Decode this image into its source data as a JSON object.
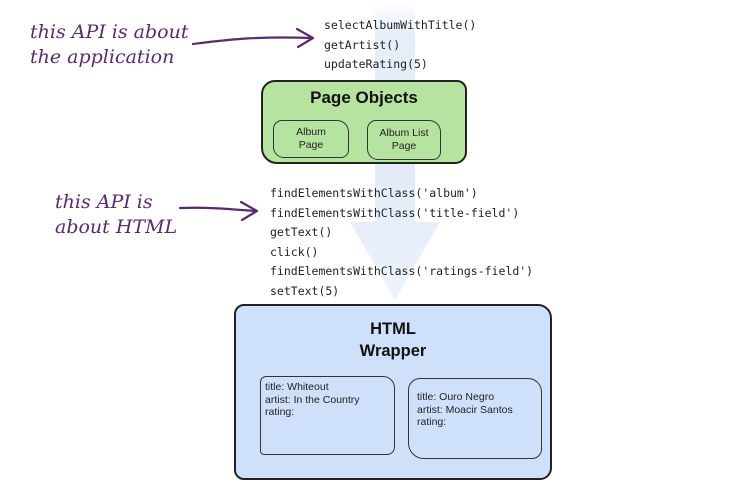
{
  "annotations": {
    "application_api": [
      "this API is about",
      "the application"
    ],
    "html_api": [
      "this API is",
      "about HTML"
    ]
  },
  "application_api_calls": [
    "selectAlbumWithTitle()",
    "getArtist()",
    "updateRating(5)"
  ],
  "page_objects": {
    "title": "Page Objects",
    "children": [
      [
        "Album",
        "Page"
      ],
      [
        "Album List",
        "Page"
      ]
    ]
  },
  "html_api_calls": [
    "findElementsWithClass('album')",
    "findElementsWithClass('title-field')",
    "getText()",
    "click()",
    "findElementsWithClass('ratings-field')",
    "setText(5)"
  ],
  "html_wrapper": {
    "title": [
      "HTML",
      "Wrapper"
    ],
    "records": [
      [
        "title: Whiteout",
        "artist: In the Country",
        "rating:"
      ],
      [
        "title: Ouro Negro",
        "artist: Moacir Santos",
        "rating:"
      ]
    ]
  },
  "colors": {
    "annotation": "#5a2a6e",
    "page_objects_fill": "#b7e3a0",
    "html_wrapper_fill": "#cfe0fb",
    "background_arrow": "#e3ebf8"
  }
}
